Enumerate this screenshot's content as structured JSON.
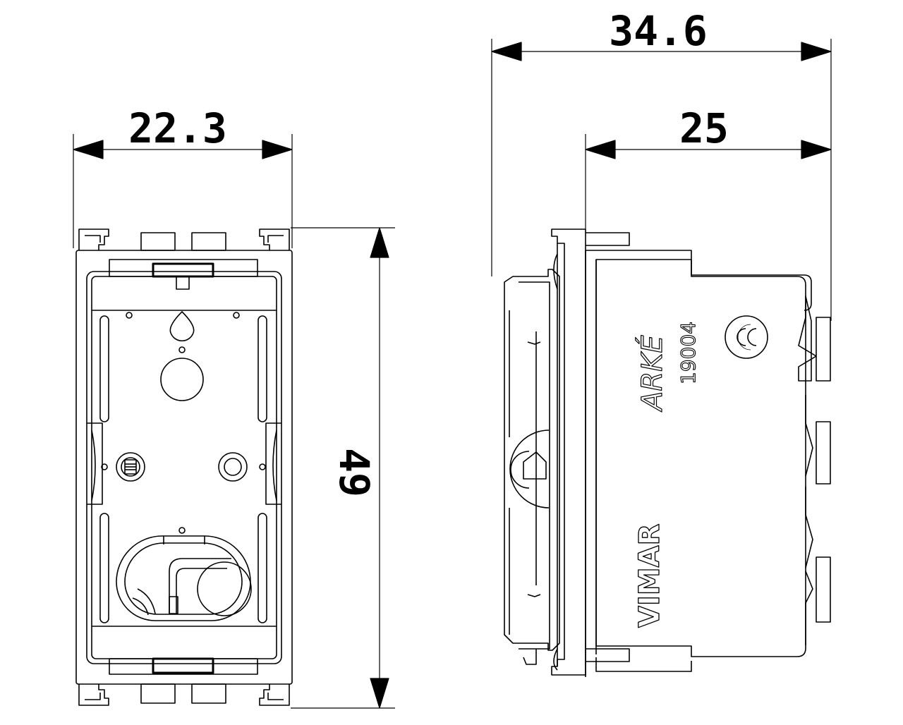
{
  "dimensions": {
    "front_width": "22.3",
    "height": "49",
    "side_total_depth": "34.6",
    "side_body_depth": "25"
  },
  "labels": {
    "series": "ARKÉ",
    "code": "19004",
    "brand": "VIMAR"
  },
  "colors": {
    "line": "#000000",
    "background": "#ffffff"
  }
}
